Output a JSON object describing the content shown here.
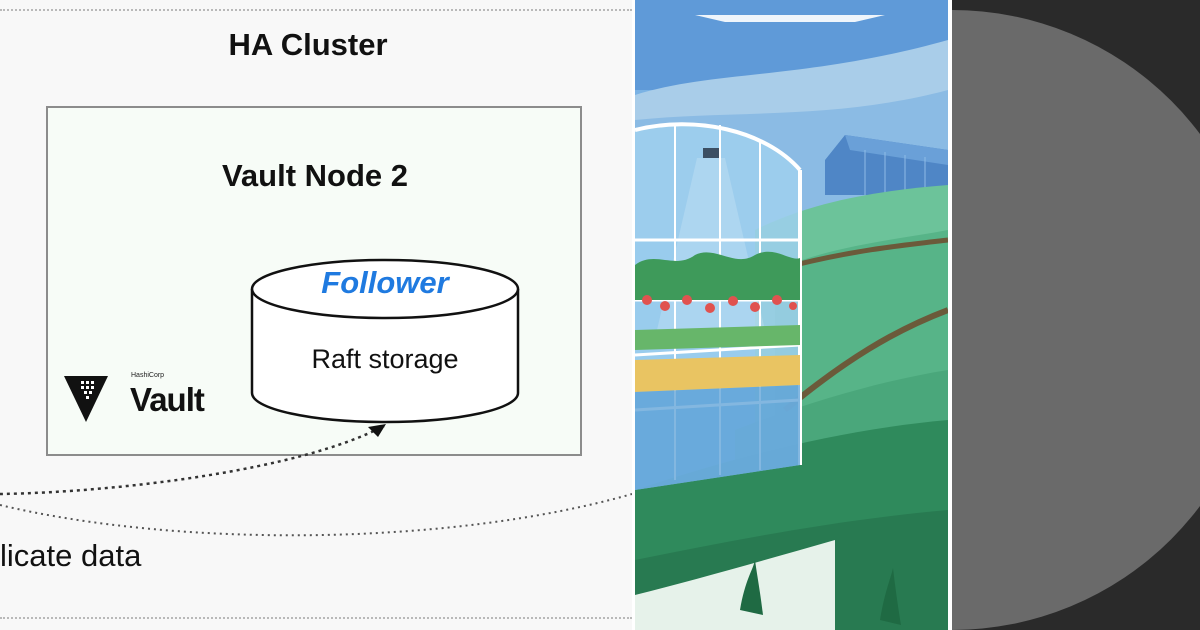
{
  "diagram": {
    "cluster_title": "HA Cluster",
    "node_title": "Vault Node 2",
    "storage_role": "Follower",
    "storage_label": "Raft storage",
    "logo_vendor": "HashiCorp",
    "logo_product": "Vault",
    "replicate_label": "licate data"
  },
  "illustration": {
    "subject": "greenhouse-on-hills"
  },
  "colors": {
    "follower_blue": "#1f7ae0",
    "node_box_fill": "#f7fcf7",
    "sky": "#6fa6dd",
    "hill_green": "#2f8a5c",
    "disc_gray": "#6a6a6a",
    "dark_bg": "#2a2a2a"
  }
}
